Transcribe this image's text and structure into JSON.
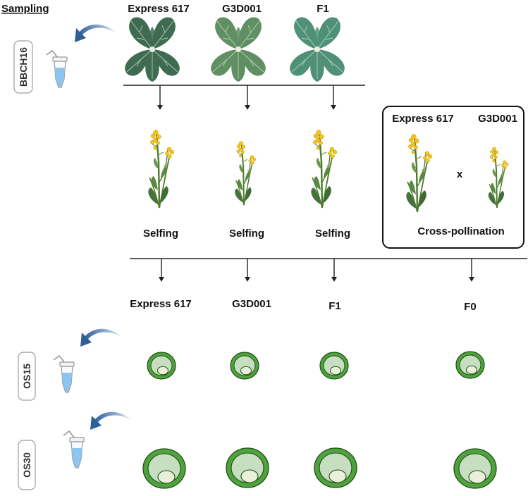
{
  "sampling_label": "Sampling",
  "stages": [
    "BBCH16",
    "OS15",
    "OS30"
  ],
  "genotypes": [
    "Express 617",
    "G3D001",
    "F1"
  ],
  "pollination": {
    "selfing": [
      "Selfing",
      "Selfing",
      "Selfing"
    ],
    "cross_parents": [
      "Express 617",
      "G3D001"
    ],
    "cross_symbol": "x",
    "cross_label": "Cross-pollination"
  },
  "seed_labels": [
    "Express 617",
    "G3D001",
    "F1",
    "F0"
  ],
  "icons": {
    "sampling_tube": "microcentrifuge-tube-icon",
    "sampling_arrow": "curved-arrow-icon",
    "leaf_rosette": "rosette-plant-icon",
    "flowering_plant": "flowering-rapeseed-icon",
    "seed": "seed-cross-section-icon"
  },
  "colors": {
    "leaf_dark": "#3e6b52",
    "leaf_mid": "#5f8f63",
    "leaf_teal": "#4f9079",
    "flower": "#f2c51c",
    "stem": "#4e7a2e",
    "seed_ring": "#4fa33c",
    "seed_fill": "#c8dec0",
    "embryo": "#e9efd9",
    "arrow_blue": "#3a6ea5",
    "tube_blue": "#8ec5ee"
  }
}
